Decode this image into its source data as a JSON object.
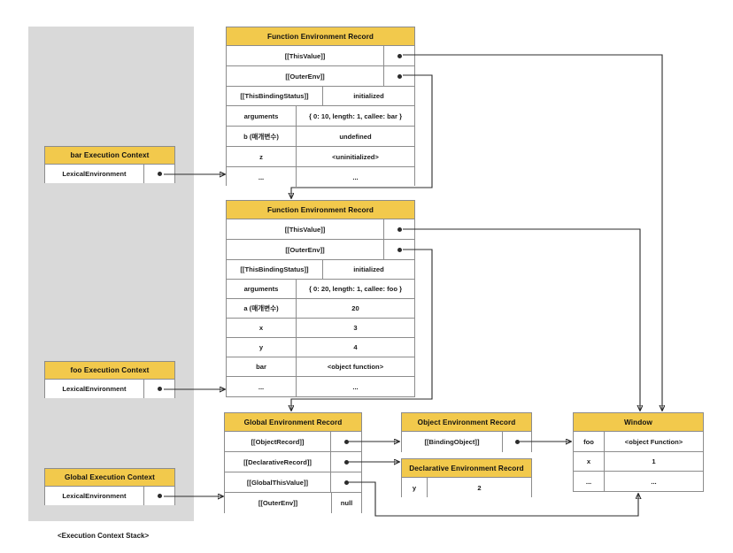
{
  "diagram": {
    "caption": "<Execution Context Stack>",
    "colors": {
      "header": "#f2c94c",
      "stack_panel": "#d9d9d9",
      "border": "#8c8c8c",
      "wire": "#2b2b2b"
    }
  },
  "execution_contexts": [
    {
      "title": "bar Execution Context",
      "row_label": "LexicalEnvironment"
    },
    {
      "title": "foo Execution Context",
      "row_label": "LexicalEnvironment"
    },
    {
      "title": "Global Execution Context",
      "row_label": "LexicalEnvironment"
    }
  ],
  "bar_record": {
    "title": "Function Environment Record",
    "this_value": "[[ThisValue]]",
    "outer_env": "[[OuterEnv]]",
    "rows": [
      {
        "key": "[[ThisBindingStatus]]",
        "value": "initialized"
      },
      {
        "key": "arguments",
        "value": "{ 0: 10, length: 1, callee: bar }"
      },
      {
        "key": "b (매개변수)",
        "value": "undefined"
      },
      {
        "key": "z",
        "value": "<uninitialized>"
      },
      {
        "key": "...",
        "value": "..."
      }
    ]
  },
  "foo_record": {
    "title": "Function Environment Record",
    "this_value": "[[ThisValue]]",
    "outer_env": "[[OuterEnv]]",
    "rows": [
      {
        "key": "[[ThisBindingStatus]]",
        "value": "initialized"
      },
      {
        "key": "arguments",
        "value": "{ 0: 20, length: 1, callee: foo }"
      },
      {
        "key": "a (매개변수)",
        "value": "20"
      },
      {
        "key": "x",
        "value": "3"
      },
      {
        "key": "y",
        "value": "4"
      },
      {
        "key": "bar",
        "value": "<object function>"
      },
      {
        "key": "...",
        "value": "..."
      }
    ]
  },
  "global_record": {
    "title": "Global Environment Record",
    "rows": [
      {
        "key": "[[ObjectRecord]]",
        "value": "",
        "pointer": true
      },
      {
        "key": "[[DeclarativeRecord]]",
        "value": "",
        "pointer": true
      },
      {
        "key": "[[GlobalThisValue]]",
        "value": "",
        "pointer": true
      },
      {
        "key": "[[OuterEnv]]",
        "value": "null",
        "pointer": false
      }
    ]
  },
  "object_record": {
    "title": "Object Environment Record",
    "rows": [
      {
        "key": "[[BindingObject]]",
        "value": "",
        "pointer": true
      }
    ]
  },
  "declarative_record": {
    "title": "Declarative Environment Record",
    "rows": [
      {
        "key": "y",
        "value": "2"
      }
    ]
  },
  "window_object": {
    "title": "Window",
    "rows": [
      {
        "key": "foo",
        "value": "<object Function>"
      },
      {
        "key": "x",
        "value": "1"
      },
      {
        "key": "...",
        "value": "..."
      }
    ]
  }
}
